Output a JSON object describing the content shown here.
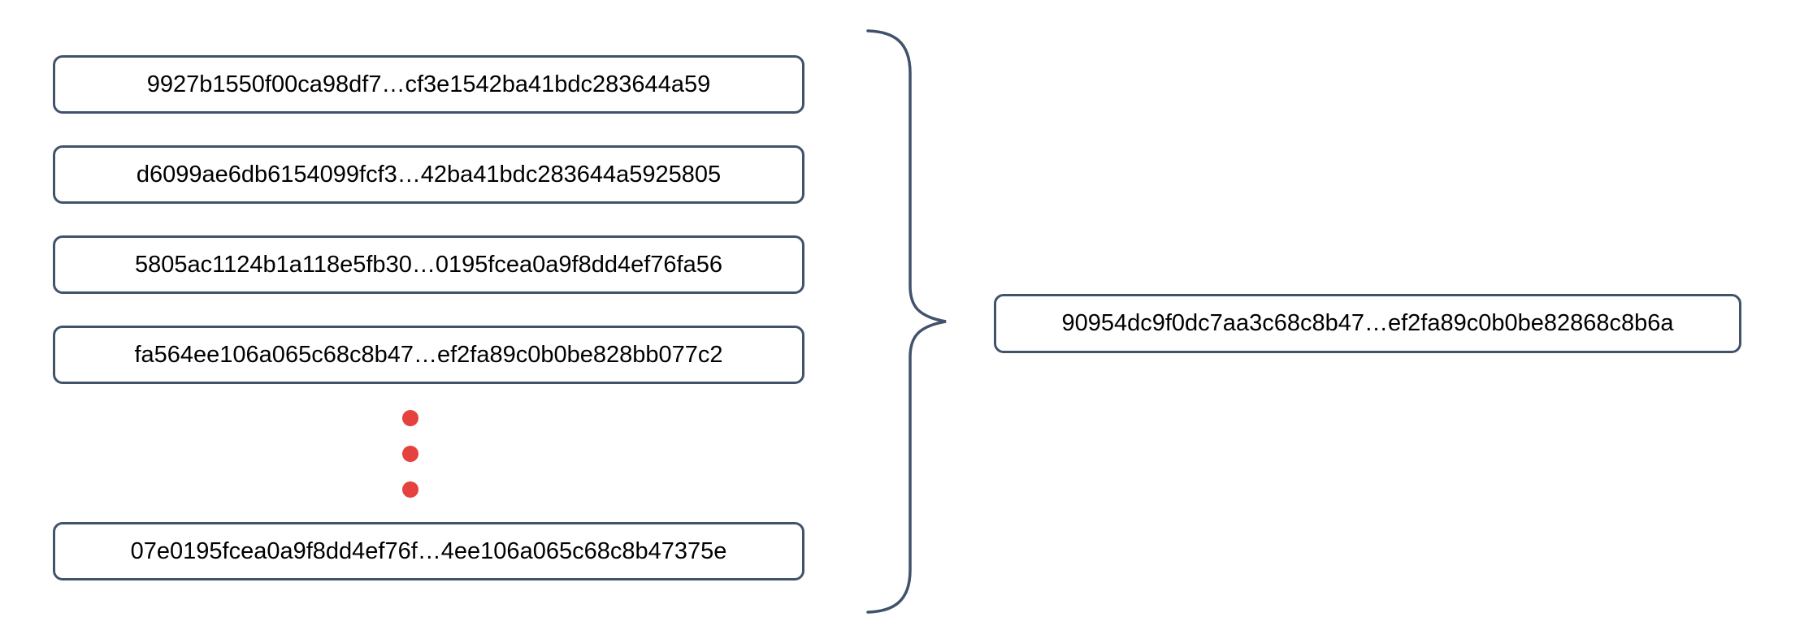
{
  "diagram": {
    "description": "Many hash values combined into a single hash value",
    "left_boxes": [
      {
        "text": "9927b1550f00ca98df7…cf3e1542ba41bdc283644a59"
      },
      {
        "text": "d6099ae6db6154099fcf3…42ba41bdc283644a5925805"
      },
      {
        "text": "5805ac1124b1a118e5fb30…0195fcea0a9f8dd4ef76fa56"
      },
      {
        "text": "fa564ee106a065c68c8b47…ef2fa89c0b0be828bb077c2"
      },
      {
        "text": "07e0195fcea0a9f8dd4ef76f…4ee106a065c68c8b47375e"
      }
    ],
    "ellipsis": {
      "dot_count": 3
    },
    "result_box": {
      "text": "90954dc9f0dc7aa3c68c8b47…ef2fa89c0b0be82868c8b6a"
    }
  },
  "colors": {
    "box-border": "#41526b",
    "brace": "#41526b",
    "dot": "#e5413e",
    "text": "#000000",
    "background": "#ffffff"
  }
}
